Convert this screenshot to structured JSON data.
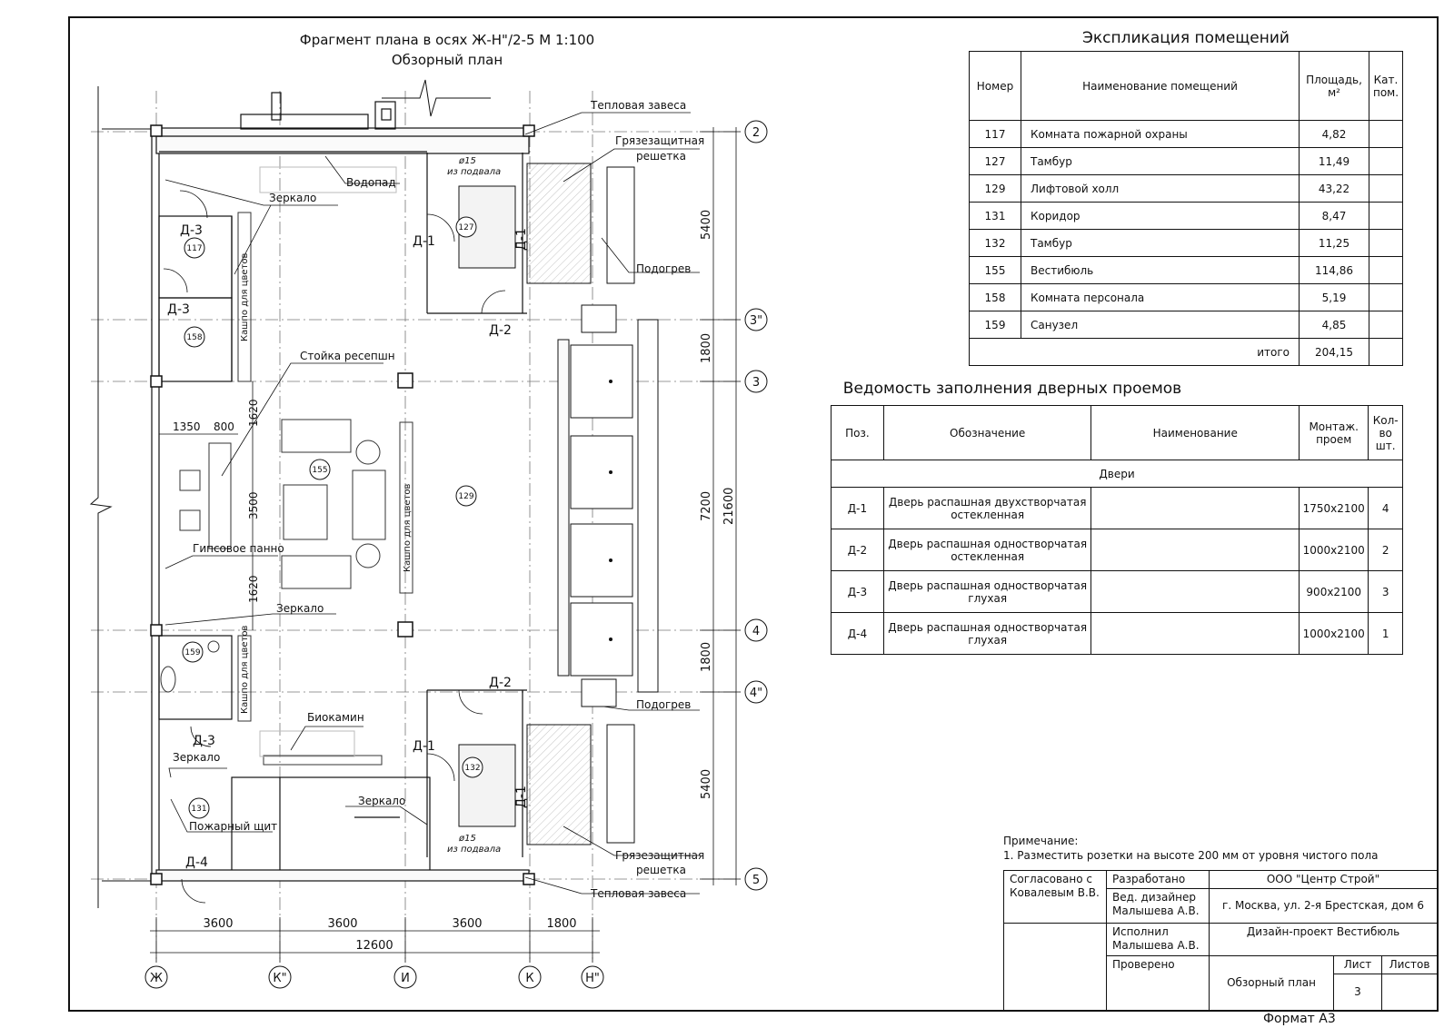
{
  "plan": {
    "title": "Фрагмент плана в осях Ж-Н\"/2-5 М 1:100",
    "subtitle": "Обзорный план",
    "labels": {
      "teplovaya_top": "Тепловая завеса",
      "gryaz_top": "Грязезащитная",
      "reshetka_top": "решетка",
      "vodopad": "Водопад",
      "zerkalo1": "Зеркало",
      "d15_top": "ø15",
      "iz_podvala_top": "из подвала",
      "podogrev_top": "Подогрев",
      "stoyka": "Стойка ресепшн",
      "gips": "Гипсовое панно",
      "zerkalo2": "Зеркало",
      "biokamin": "Биокамин",
      "podogrev_bot": "Подогрев",
      "zerkalo3": "Зеркало",
      "zerkalo4": "Зеркало",
      "pozharny": "Пожарный щит",
      "d15_bot": "ø15",
      "iz_podvala_bot": "из подвала",
      "gryaz_bot": "Грязезащитная",
      "reshetka_bot": "решетка",
      "teplovaya_bot": "Тепловая завеса",
      "kashpo1": "Кашпо для цветов",
      "kashpo2": "Кашпо для цветов",
      "kashpo3": "Кашпо для цветов"
    },
    "doors": {
      "d3a": "Д-3",
      "d3b": "Д-3",
      "d1a": "Д-1",
      "d1b": "Д-1",
      "d2a": "Д-2",
      "d2b": "Д-2",
      "d3c": "Д-3",
      "d1c": "Д-1",
      "d1d": "Д-1",
      "d4": "Д-4"
    },
    "rooms": {
      "r117": "117",
      "r158": "158",
      "r127": "127",
      "r155": "155",
      "r129": "129",
      "r159": "159",
      "r132": "132",
      "r131": "131"
    },
    "dims": {
      "w1350": "1350",
      "w800": "800",
      "h1620a": "1620",
      "h3500": "3500",
      "h1620b": "1620",
      "v5400a": "5400",
      "v1800a": "1800",
      "v7200": "7200",
      "v21600": "21600",
      "v1800b": "1800",
      "v5400b": "5400",
      "b3600a": "3600",
      "b3600b": "3600",
      "b3600c": "3600",
      "b1800": "1800",
      "b12600": "12600"
    },
    "axes_right": [
      "2",
      "3\"",
      "3",
      "4",
      "4\"",
      "5"
    ],
    "axes_bottom": [
      "Ж",
      "К\"",
      "И",
      "К",
      "Н\""
    ]
  },
  "explication": {
    "title": "Экспликация помещений",
    "headers": [
      "Номер",
      "Наименование помещений",
      "Площадь, м²",
      "Кат. пом."
    ],
    "rows": [
      {
        "num": "117",
        "name": "Комната пожарной охраны",
        "area": "4,82"
      },
      {
        "num": "127",
        "name": "Тамбур",
        "area": "11,49"
      },
      {
        "num": "129",
        "name": "Лифтовой холл",
        "area": "43,22"
      },
      {
        "num": "131",
        "name": "Коридор",
        "area": "8,47"
      },
      {
        "num": "132",
        "name": "Тамбур",
        "area": "11,25"
      },
      {
        "num": "155",
        "name": "Вестибюль",
        "area": "114,86"
      },
      {
        "num": "158",
        "name": "Комната персонала",
        "area": "5,19"
      },
      {
        "num": "159",
        "name": "Санузел",
        "area": "4,85"
      }
    ],
    "total_label": "итого",
    "total_value": "204,15"
  },
  "doors_table": {
    "title": "Ведомость заполнения дверных проемов",
    "headers": [
      "Поз.",
      "Обозначение",
      "Наименование",
      "Монтаж. проем",
      "Кол-во шт."
    ],
    "group": "Двери",
    "rows": [
      {
        "pos": "Д-1",
        "desc": "Дверь распашная двухстворчатая остекленная",
        "size": "1750х2100",
        "qty": "4"
      },
      {
        "pos": "Д-2",
        "desc": "Дверь распашная одностворчатая остекленная",
        "size": "1000х2100",
        "qty": "2"
      },
      {
        "pos": "Д-3",
        "desc": "Дверь распашная одностворчатая глухая",
        "size": "900х2100",
        "qty": "3"
      },
      {
        "pos": "Д-4",
        "desc": "Дверь распашная одностворчатая глухая",
        "size": "1000х2100",
        "qty": "1"
      }
    ]
  },
  "note": {
    "title": "Примечание:",
    "line1": "1. Разместить розетки на высоте 200 мм от уровня чистого пола"
  },
  "stamp": {
    "agreed": "Согласовано с Ковалевым В.В.",
    "developed": "Разработано",
    "company": "ООО \"Центр Строй\"",
    "lead": "Вед. дизайнер Малышева А.В.",
    "address": "г. Москва, ул. 2-я Брестская, дом 6",
    "executed": "Исполнил Малышева А.В.",
    "project": "Дизайн-проект Вестибюль",
    "checked": "Проверено",
    "sheet_name": "Обзорный план",
    "sheet_label": "Лист",
    "sheets_label": "Листов",
    "sheet_num": "3",
    "sheets_num": ""
  },
  "format": "Формат А3"
}
